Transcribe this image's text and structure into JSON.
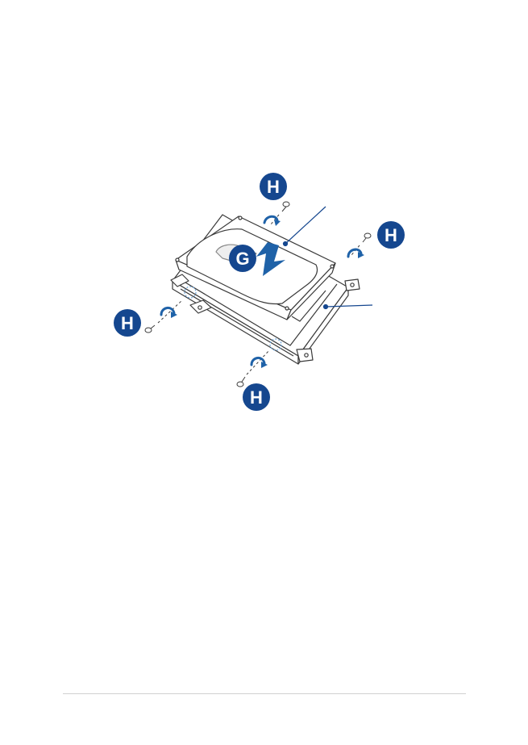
{
  "diagram": {
    "badge_color": "#15478f",
    "arrow_color": "#1f62a8",
    "line_color": "#3a3a3a",
    "labels": {
      "drive_step": "G",
      "screw_step": "H"
    },
    "parts": [
      "hard-disk-drive",
      "hdd-bay",
      "screw",
      "screw",
      "screw",
      "screw"
    ]
  }
}
